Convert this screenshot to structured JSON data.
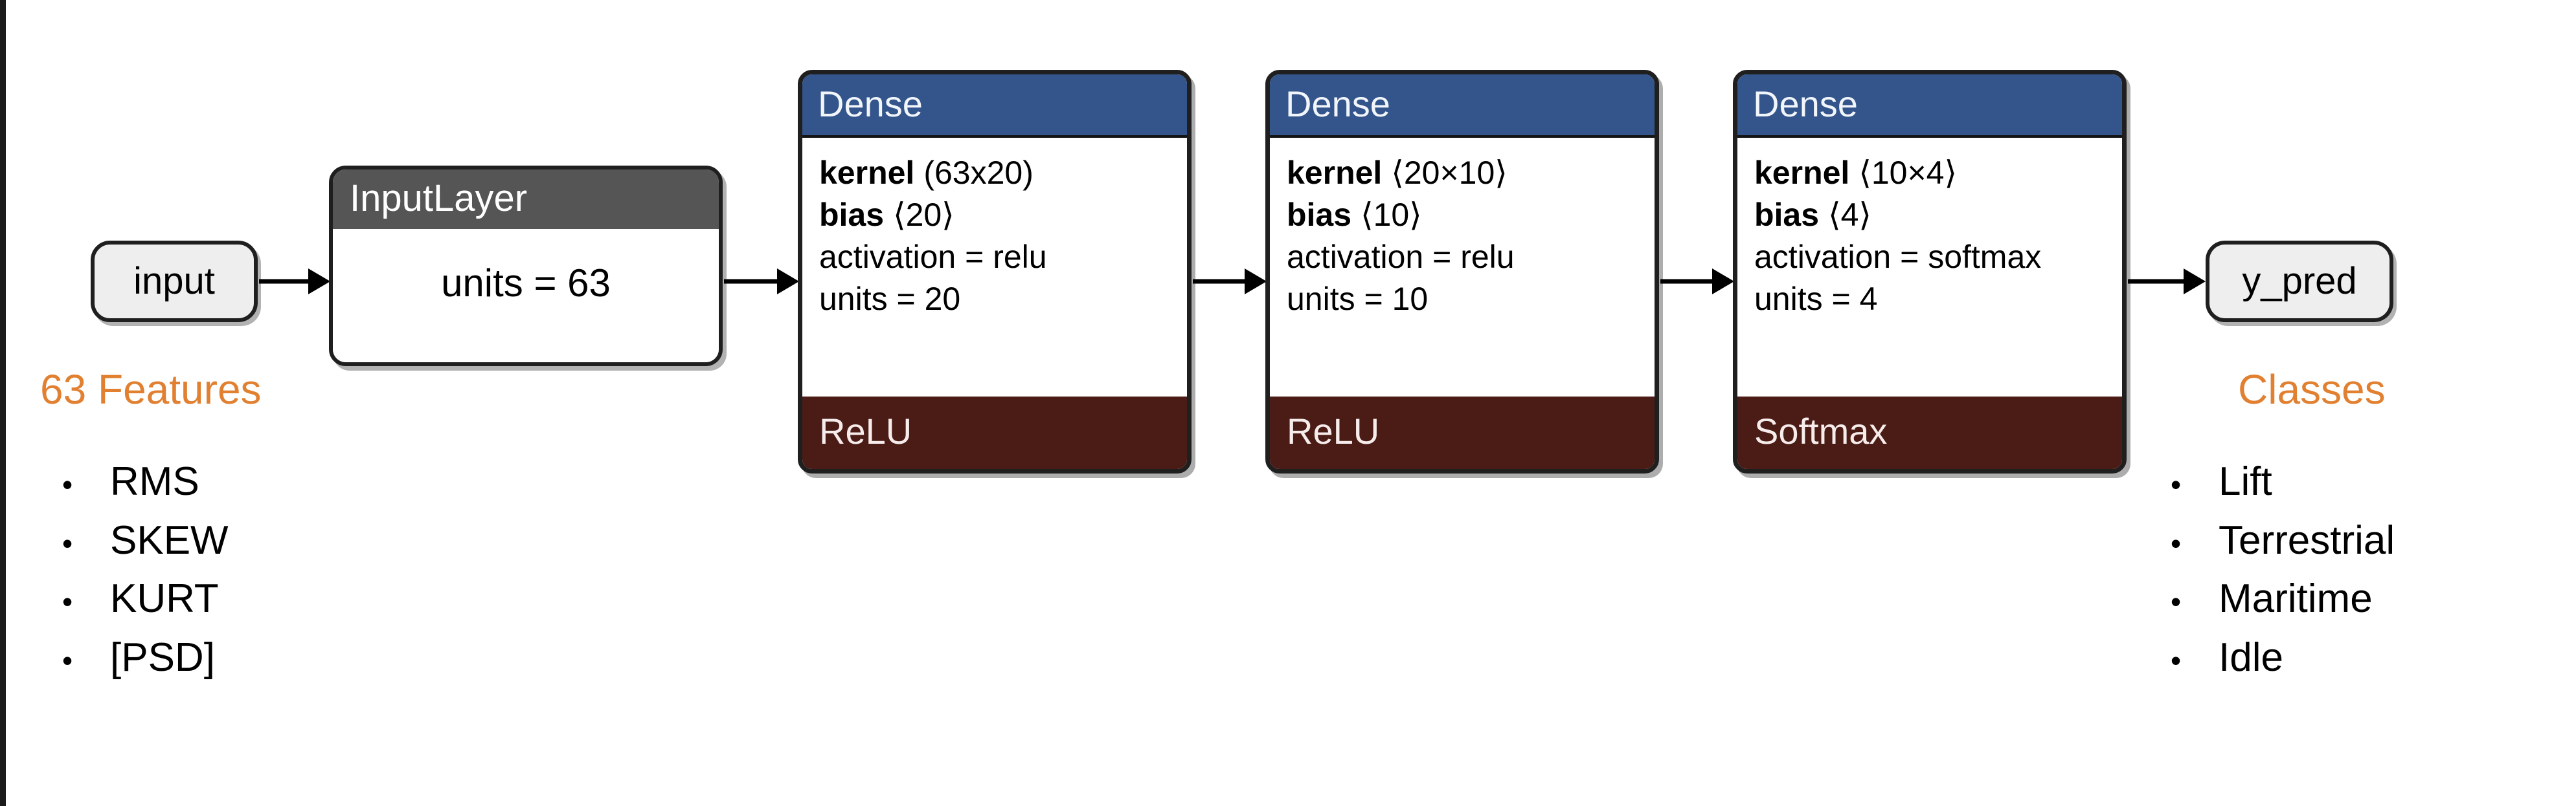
{
  "diagram": {
    "input_node": {
      "label": "input"
    },
    "output_node": {
      "label": "y_pred"
    },
    "input_layer": {
      "type": "InputLayer",
      "units": "units = 63"
    },
    "dense_layers": [
      {
        "type": "Dense",
        "kernel_label": "kernel",
        "kernel_shape": "(63x20)",
        "bias_label": "bias",
        "bias_shape": "⟨20⟩",
        "activation": "activation = relu",
        "units": "units = 20",
        "footer": "ReLU"
      },
      {
        "type": "Dense",
        "kernel_label": "kernel",
        "kernel_shape": "⟨20×10⟩",
        "bias_label": "bias",
        "bias_shape": "⟨10⟩",
        "activation": "activation = relu",
        "units": "units = 10",
        "footer": "ReLU"
      },
      {
        "type": "Dense",
        "kernel_label": "kernel",
        "kernel_shape": "⟨10×4⟩",
        "bias_label": "bias",
        "bias_shape": "⟨4⟩",
        "activation": "activation = softmax",
        "units": "units = 4",
        "footer": "Softmax"
      }
    ],
    "features": {
      "title": "63 Features",
      "bullet": "•",
      "items": [
        "RMS",
        "SKEW",
        "KURT",
        "[PSD]"
      ]
    },
    "classes": {
      "title": "Classes",
      "bullet": "•",
      "items": [
        "Lift",
        "Terrestrial",
        "Maritime",
        "Idle"
      ]
    },
    "colors": {
      "accent_orange": "#e08030",
      "dense_header_blue": "#33558b",
      "dense_footer_maroon": "#4a1c15",
      "input_header_gray": "#555555",
      "node_fill": "#eeeeee"
    }
  }
}
